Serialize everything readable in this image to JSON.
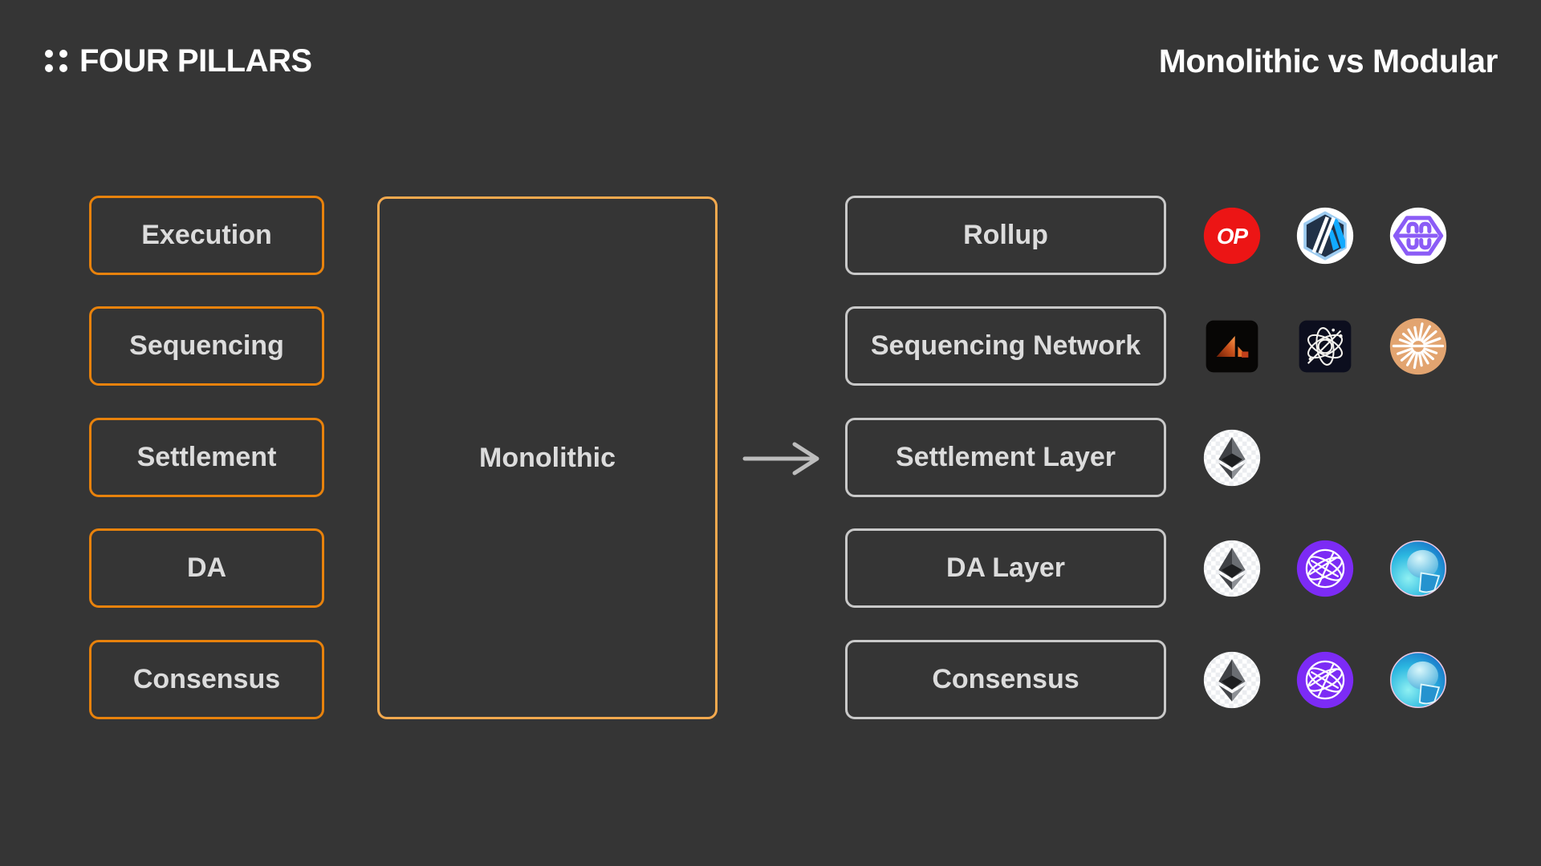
{
  "header": {
    "brand": "FOUR PILLARS",
    "title": "Monolithic vs Modular"
  },
  "left_column": {
    "items": [
      "Execution",
      "Sequencing",
      "Settlement",
      "DA",
      "Consensus"
    ]
  },
  "monolithic": {
    "label": "Monolithic"
  },
  "arrow": {
    "direction": "right"
  },
  "right_column": {
    "rows": [
      {
        "label": "Rollup",
        "logos": [
          "optimism",
          "arbitrum",
          "hex88"
        ]
      },
      {
        "label": "Sequencing Network",
        "logos": [
          "astria",
          "espresso",
          "radius"
        ]
      },
      {
        "label": "Settlement Layer",
        "logos": [
          "ethereum"
        ]
      },
      {
        "label": "DA Layer",
        "logos": [
          "ethereum",
          "celestia",
          "avail"
        ]
      },
      {
        "label": "Consensus",
        "logos": [
          "ethereum",
          "celestia",
          "avail"
        ]
      }
    ]
  },
  "colors": {
    "background": "#353535",
    "accent_orange": "#E8820C",
    "accent_orange_light": "#F3A94E",
    "box_border_gray": "#C9C9C9",
    "box_text": "#DCDCDC",
    "arrow_gray": "#BDBDBD",
    "optimism_red": "#EC1515",
    "arbitrum_navy": "#213147",
    "arbitrum_blue": "#12AAFF",
    "hex_logo_purple": "#8B5CF6",
    "astria_orange": "#F08A3C",
    "radius_tan": "#E2A470",
    "celestia_purple": "#7C2BF5",
    "avail_blue": "#1668C4"
  }
}
